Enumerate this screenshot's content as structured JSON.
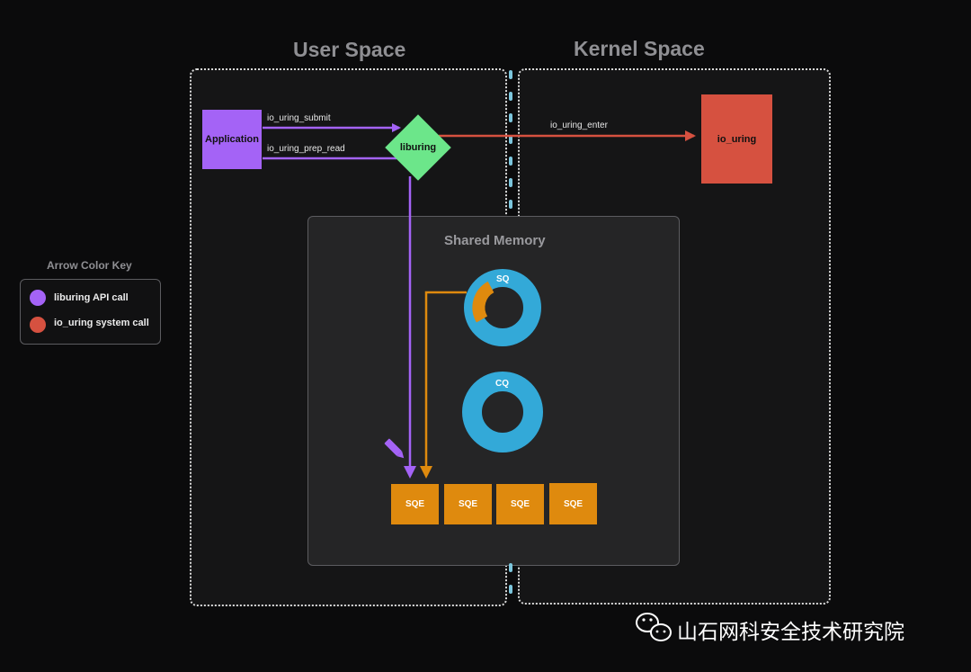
{
  "titles": {
    "user_space": "User Space",
    "kernel_space": "Kernel Space"
  },
  "shared_memory": {
    "title": "Shared Memory"
  },
  "nodes": {
    "application": "Application",
    "liburing": "liburing",
    "io_uring": "io_uring",
    "sq": "SQ",
    "cq": "CQ",
    "sqe": [
      "SQE",
      "SQE",
      "SQE",
      "SQE"
    ]
  },
  "arrows": {
    "submit": "io_uring_submit",
    "prep_read": "io_uring_prep_read",
    "enter": "io_uring_enter"
  },
  "key": {
    "title": "Arrow Color Key",
    "items": [
      {
        "label": "liburing API call",
        "color": "#a463f6"
      },
      {
        "label": "io_uring system call",
        "color": "#d65140"
      }
    ]
  },
  "colors": {
    "purple": "#a463f6",
    "red": "#d65140",
    "green": "#6ce68a",
    "orange": "#df8a0e",
    "ring_blue": "#33a9d8",
    "divider_blue": "#7cc6dd"
  },
  "icons": {
    "pencil": "pencil-icon",
    "wechat": "wechat-icon"
  },
  "watermark": "山石网科安全技术研究院"
}
